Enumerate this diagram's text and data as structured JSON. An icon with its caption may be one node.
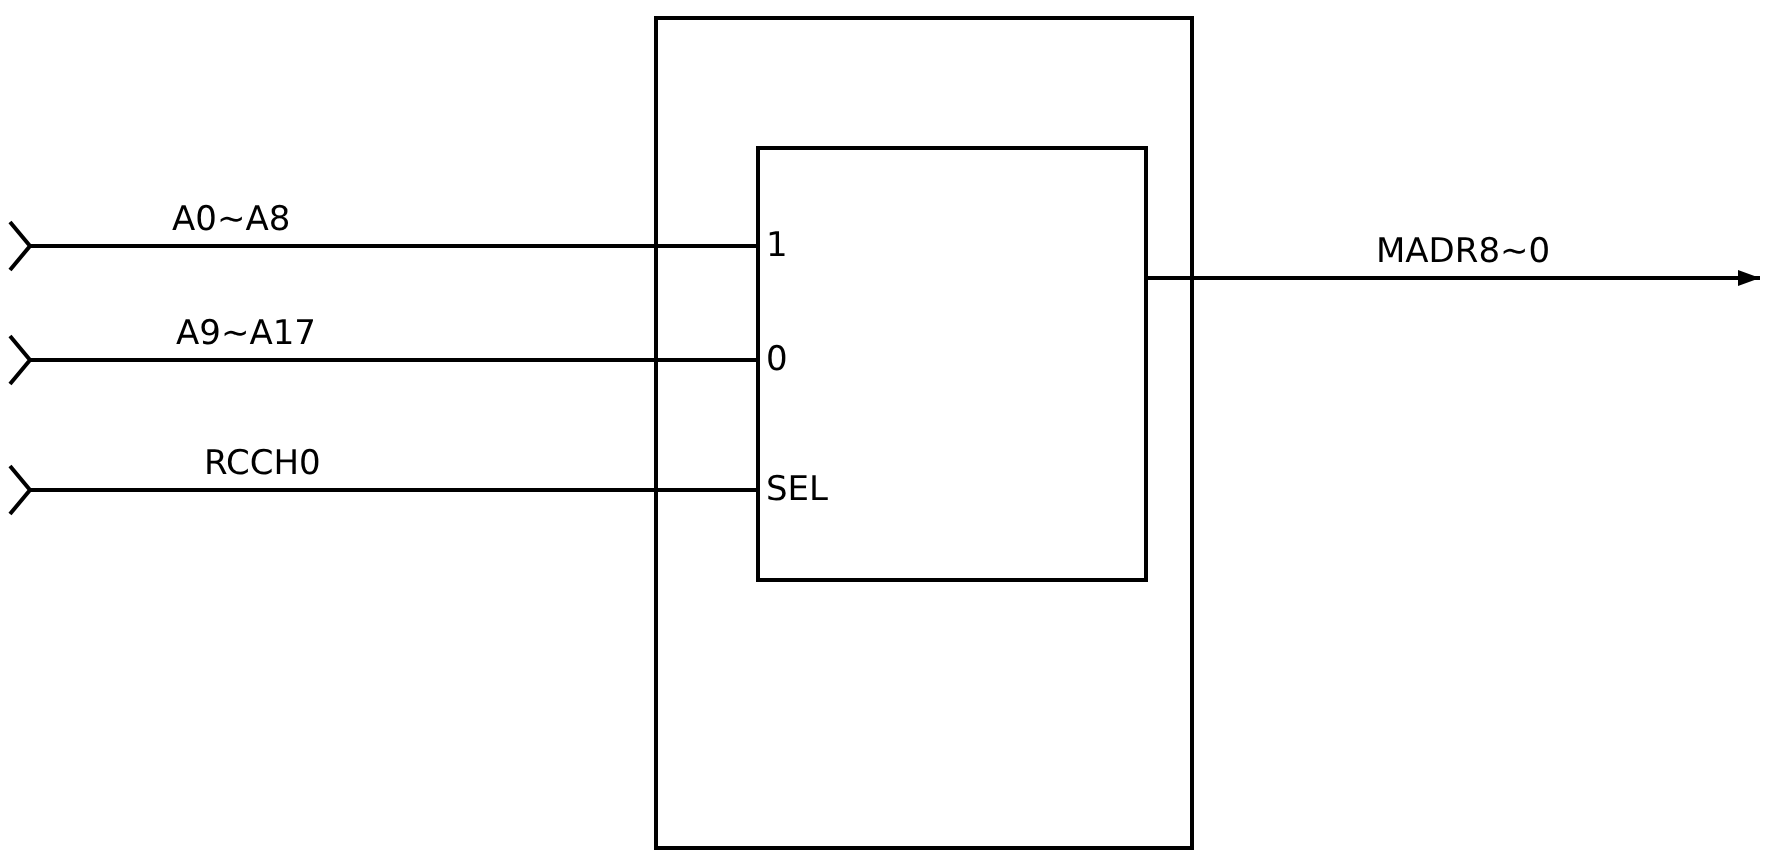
{
  "diagram": {
    "nodes": [
      {
        "text": [],
        "shape": "box"
      },
      {
        "text": [
          "1",
          "0",
          "SEL"
        ],
        "in": 0
      }
    ],
    "edges": [
      {
        "from": null,
        "to": 1,
        "arrow": "other",
        "label": "A0~A8"
      },
      {
        "from": null,
        "to": 1,
        "arrow": "other",
        "label": "A9~A17"
      },
      {
        "from": null,
        "to": 1,
        "arrow": "other",
        "label": "RCCH0"
      },
      {
        "from": 1,
        "to": null,
        "arrow": "to",
        "label": "MADR8~0"
      }
    ]
  }
}
